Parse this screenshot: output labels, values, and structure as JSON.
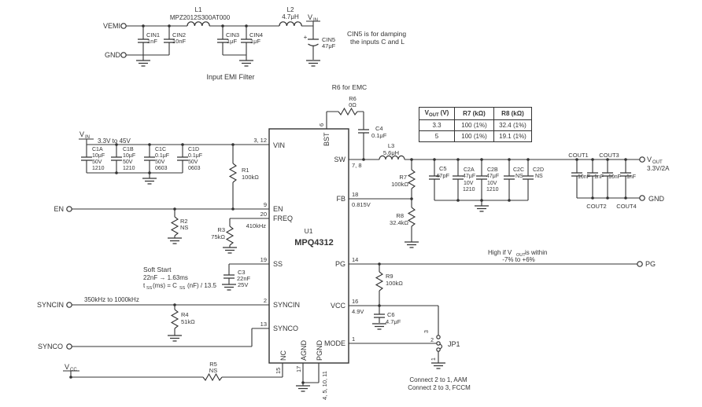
{
  "colors": {
    "ink": "#333333",
    "bg": "#ffffff"
  },
  "emi": {
    "vemi": "VEMI",
    "gnd": "GND",
    "l1_ref": "L1",
    "l1_part": "MPZ2012S300AT000",
    "cin1_ref": "CIN1",
    "cin1_val": "1nF",
    "cin2_ref": "CIN2",
    "cin2_val": "10nF",
    "cin3_ref": "CIN3",
    "cin3_val": "1μF",
    "cin4_ref": "CIN4",
    "cin4_val": "1μF",
    "l2_ref": "L2",
    "l2_val": "4.7μH",
    "vin_v": "V",
    "vin_sub": "IN",
    "cin5_plus": "+",
    "cin5_ref": "CIN5",
    "cin5_val": "47μF",
    "note1": "CIN5 is for damping",
    "note2": "the inputs C and L",
    "caption": "Input EMI Filter"
  },
  "input": {
    "vin_v": "V",
    "vin_sub": "IN",
    "range": "3.3V to 45V",
    "c1a": [
      "C1A",
      "10μF",
      "50V",
      "1210"
    ],
    "c1b": [
      "C1B",
      "10μF",
      "50V",
      "1210"
    ],
    "c1c": [
      "C1C",
      "0.1μF",
      "50V",
      "0603"
    ],
    "c1d": [
      "C1D",
      "0.1μF",
      "50V",
      "0603"
    ]
  },
  "ic": {
    "ref": "U1",
    "part": "MPQ4312",
    "pins": {
      "vin": "VIN",
      "vin_num": "3, 12",
      "en": "EN",
      "en_num": "9",
      "freq": "FREQ",
      "freq_num": "20",
      "freq_val": "410kHz",
      "ss": "SS",
      "ss_num": "19",
      "syncin": "SYNCIN",
      "syncin_num": "2",
      "synco": "SYNCO",
      "synco_num": "13",
      "bst": "BST",
      "bst_num": "6",
      "sw": "SW",
      "sw_num": "7, 8",
      "fb": "FB",
      "fb_num": "18",
      "fb_val": "0.815V",
      "pg": "PG",
      "pg_num": "14",
      "vcc": "VCC",
      "vcc_num": "16",
      "vcc_val": "4.9V",
      "mode": "MODE",
      "mode_num": "1",
      "nc": "NC",
      "nc_num": "15",
      "agnd": "AGND",
      "agnd_num": "17",
      "pgnd": "PGND",
      "pgnd_num": "4, 5, 10, 11"
    }
  },
  "left": {
    "en": "EN",
    "r1_ref": "R1",
    "r1_val": "100kΩ",
    "r2_ref": "R2",
    "r2_val": "NS",
    "r3_ref": "R3",
    "r3_val": "75kΩ",
    "syncin": "SYNCIN",
    "sync_range": "350kHz to 1000kHz",
    "r4_ref": "R4",
    "r4_val": "51kΩ",
    "synco": "SYNCO",
    "vcc_v": "V",
    "vcc_sub": "CC",
    "r5_ref": "R5",
    "r5_val": "NS"
  },
  "softstart": {
    "line1": "Soft Start",
    "line2": "22nF → 1.63ms",
    "f1": "t",
    "f1s": "SS",
    "f2": "(ms) = C",
    "f2s": "SS",
    "f3": "(nF) / 13.5",
    "c3": [
      "C3",
      "22nF",
      "25V"
    ]
  },
  "bst_net": {
    "note": "R6 for EMC",
    "r6_ref": "R6",
    "r6_val": "0Ω",
    "c4_ref": "C4",
    "c4_val": "0.1μF"
  },
  "power": {
    "l3_ref": "L3",
    "l3_val": "5.6μH",
    "r7_ref": "R7",
    "r7_val": "100kΩ",
    "r8_ref": "R8",
    "r8_val": "32.4kΩ"
  },
  "table": {
    "h1a": "V",
    "h1b": "OUT",
    "h1c": "(V)",
    "h2": "R7 (kΩ)",
    "h3": "R8 (kΩ)",
    "rows": [
      [
        "3.3",
        "100 (1%)",
        "32.4 (1%)"
      ],
      [
        "5",
        "100 (1%)",
        "19.1 (1%)"
      ]
    ]
  },
  "out_caps": {
    "c5": [
      "C5",
      "47pF"
    ],
    "c2a": [
      "C2A",
      "47μF",
      "10V",
      "1210"
    ],
    "c2b": [
      "C2B",
      "47μF",
      "10V",
      "1210"
    ],
    "c2c": [
      "C2C",
      "NS"
    ],
    "c2d": [
      "C2D",
      "NS"
    ],
    "cout1": "COUT1",
    "cout3": "COUT3",
    "cout2": "COUT2",
    "cout4": "COUT4",
    "vals": [
      "10nF",
      "1nF",
      "10nF",
      "1nF"
    ],
    "vout_v": "V",
    "vout_sub": "OUT",
    "vout_rating": "3.3V/2A",
    "gnd": "GND"
  },
  "pg": {
    "note1a": "High if V",
    "note1b": "OUT",
    "note1c": "is within",
    "note2": "-7% to +6%",
    "port": "PG",
    "r9_ref": "R9",
    "r9_val": "100kΩ"
  },
  "vcc_net": {
    "c6_ref": "C6",
    "c6_val": "4.7μF"
  },
  "mode": {
    "jp1": "JP1",
    "pin3": "3",
    "pin2": "2",
    "pin1": "1",
    "note1": "Connect 2 to 1, AAM",
    "note2": "Connect 2 to 3, FCCM"
  }
}
